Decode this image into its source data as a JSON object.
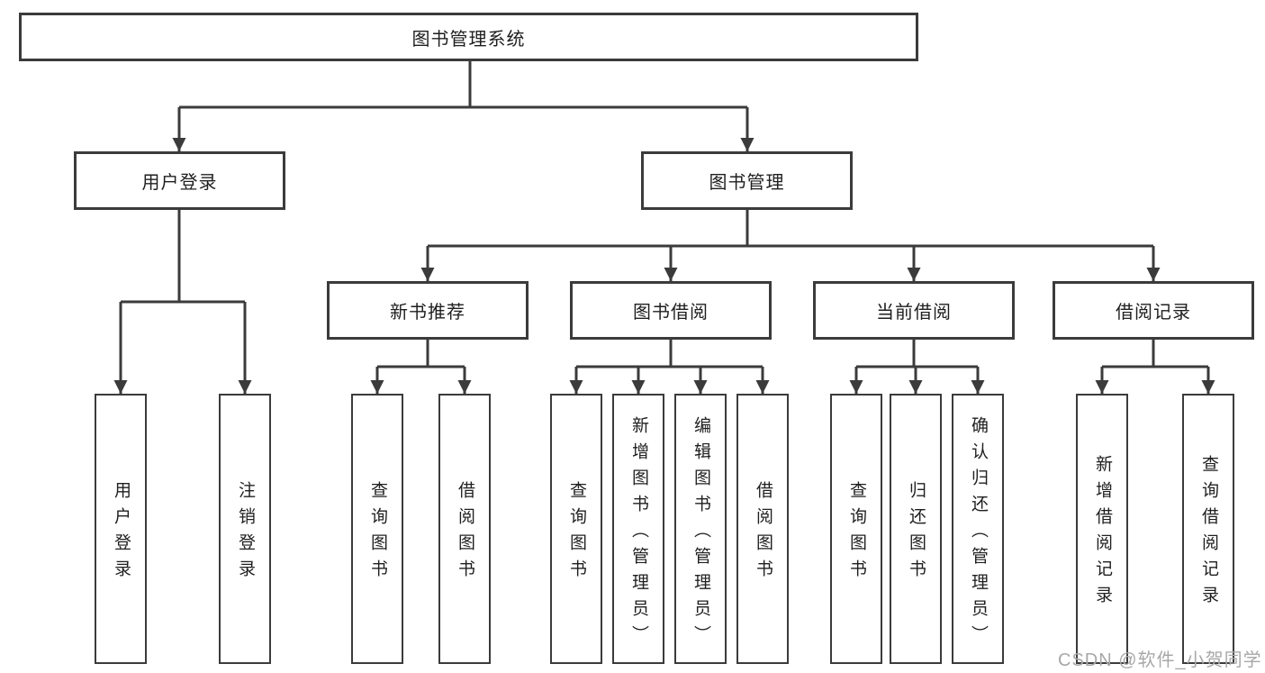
{
  "diagram": {
    "root": {
      "label": "图书管理系统",
      "children": [
        {
          "label": "用户登录",
          "children": [
            {
              "label": "用户登录"
            },
            {
              "label": "注销登录"
            }
          ]
        },
        {
          "label": "图书管理",
          "children": [
            {
              "label": "新书推荐",
              "children": [
                {
                  "label": "查询图书"
                },
                {
                  "label": "借阅图书"
                }
              ]
            },
            {
              "label": "图书借阅",
              "children": [
                {
                  "label": "查询图书"
                },
                {
                  "label": "新增图书（管理员）"
                },
                {
                  "label": "编辑图书（管理员）"
                },
                {
                  "label": "借阅图书"
                }
              ]
            },
            {
              "label": "当前借阅",
              "children": [
                {
                  "label": "查询图书"
                },
                {
                  "label": "归还图书"
                },
                {
                  "label": "确认归还（管理员）"
                }
              ]
            },
            {
              "label": "借阅记录",
              "children": [
                {
                  "label": "新增借阅记录"
                },
                {
                  "label": "查询借阅记录"
                }
              ]
            }
          ]
        }
      ]
    },
    "colors": {
      "line": "#3b3b3b",
      "text": "#1f1f1f",
      "background": "#ffffff",
      "watermark": "#a8a8a8"
    }
  },
  "watermark": {
    "text": "CSDN @软件_小贺同学"
  }
}
